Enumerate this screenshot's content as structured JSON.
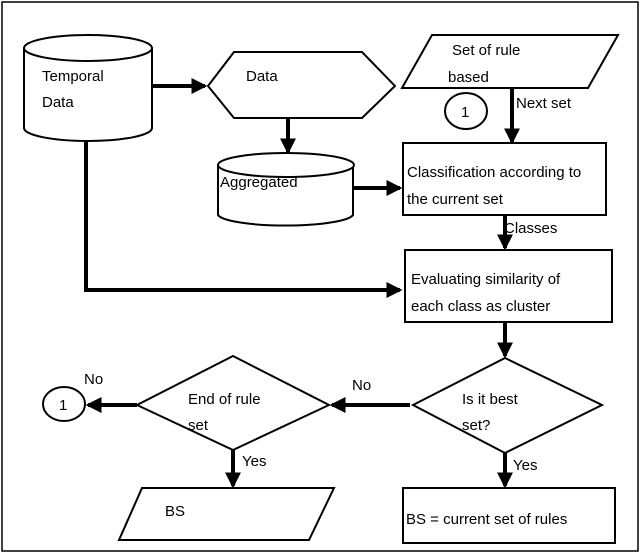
{
  "nodes": {
    "temporal_data": {
      "line1": "Temporal",
      "line2": "Data"
    },
    "data": {
      "label": "Data"
    },
    "rule_set": {
      "line1": "Set of rule",
      "line2": "based"
    },
    "connector_top": {
      "label": "1"
    },
    "aggregated": {
      "label": "Aggregated"
    },
    "classification": {
      "line1": "Classification according to",
      "line2": "the current set"
    },
    "evaluating": {
      "line1": "Evaluating similarity of",
      "line2": "each class as cluster"
    },
    "is_best": {
      "line1": "Is it best",
      "line2": "set?"
    },
    "end_rule": {
      "line1": "End of rule",
      "line2": "set"
    },
    "connector_left": {
      "label": "1"
    },
    "bs": {
      "label": "BS"
    },
    "bs_current": {
      "label": "BS = current set of rules"
    }
  },
  "edges": {
    "next_set": "Next set",
    "classes": "Classes",
    "no_best": "No",
    "no_end": "No",
    "yes_best": "Yes",
    "yes_end": "Yes"
  }
}
